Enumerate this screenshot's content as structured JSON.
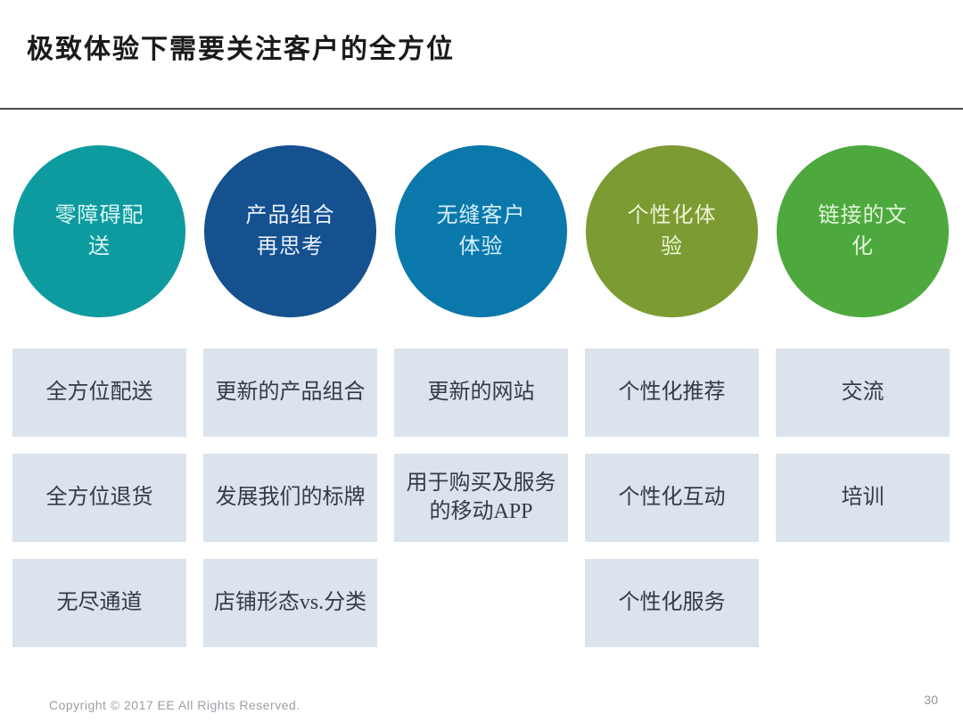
{
  "slide": {
    "title": "极致体验下需要关注客户的全方位",
    "copyright": "Copyright © 2017 EE All Rights Reserved.",
    "page_number": "30"
  },
  "colors": {
    "divider": "#4d4d4d",
    "box_bg": "#dbe4ec",
    "box_text": "#333c46",
    "title_text": "#1a1a1a",
    "footer_text": "#9aa0a6"
  },
  "columns": [
    {
      "circle": {
        "label": "零障碍配\n送",
        "fill": "#0e9ba0",
        "text_color": "#d8f6f2"
      },
      "items": [
        "全方位配送",
        "全方位退货",
        "无尽通道"
      ]
    },
    {
      "circle": {
        "label": "产品组合\n再思考",
        "fill": "#15508f",
        "text_color": "#e7f1fc"
      },
      "items": [
        "更新的产品组合",
        "发展我们的标牌",
        "店铺形态vs.分类"
      ]
    },
    {
      "circle": {
        "label": "无缝客户\n体验",
        "fill": "#0b78ab",
        "text_color": "#d4effa"
      },
      "items": [
        "更新的网站",
        "用于购买及服务\n的移动APP"
      ]
    },
    {
      "circle": {
        "label": "个性化体\n验",
        "fill": "#7c9b33",
        "text_color": "#eef5d4"
      },
      "items": [
        "个性化推荐",
        "个性化互动",
        "个性化服务"
      ]
    },
    {
      "circle": {
        "label": "链接的文\n化",
        "fill": "#4da93e",
        "text_color": "#e0f5d9"
      },
      "items": [
        "交流",
        "培训"
      ]
    }
  ]
}
